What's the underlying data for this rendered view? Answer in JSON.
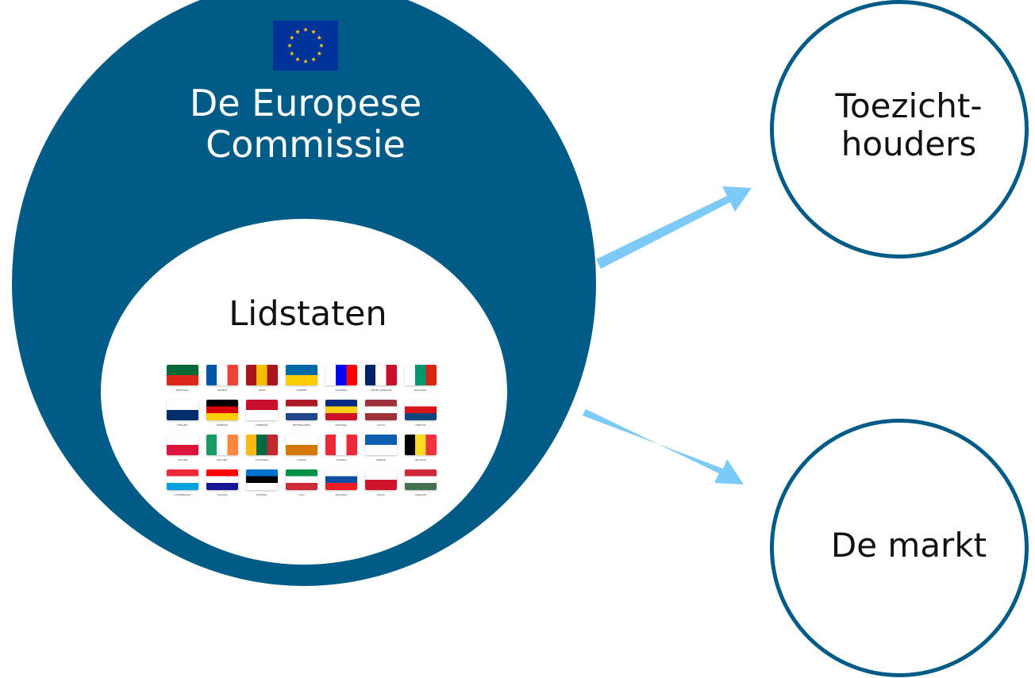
{
  "commission": {
    "line1": "De Europese",
    "line2": "Commissie"
  },
  "member_states": {
    "label": "Lidstaten",
    "flags": [
      {
        "country": "PORTUGAL",
        "colors": [
          "#046a38",
          "#da291c"
        ]
      },
      {
        "country": "FRANCE",
        "colors": [
          "#0055a4",
          "#ffffff",
          "#ef4135"
        ]
      },
      {
        "country": "SPAIN",
        "colors": [
          "#aa151b",
          "#f1bf00",
          "#aa151b"
        ]
      },
      {
        "country": "SWEDEN",
        "colors": [
          "#006aa7",
          "#fecc00"
        ]
      },
      {
        "country": "SLOVENIA",
        "colors": [
          "#ffffff",
          "#0000ff",
          "#ff0000"
        ]
      },
      {
        "country": "UNITED KINGDOM",
        "colors": [
          "#012169",
          "#ffffff",
          "#c8102e"
        ]
      },
      {
        "country": "BULGARIA",
        "colors": [
          "#ffffff",
          "#00966e",
          "#d62612"
        ]
      },
      {
        "country": "FINLAND",
        "colors": [
          "#ffffff",
          "#002f6c"
        ]
      },
      {
        "country": "GERMANY",
        "colors": [
          "#000000",
          "#dd0000",
          "#ffce00"
        ]
      },
      {
        "country": "DENMARK",
        "colors": [
          "#c8102e",
          "#ffffff"
        ]
      },
      {
        "country": "NETHERLANDS",
        "colors": [
          "#ae1c28",
          "#ffffff",
          "#21468b"
        ]
      },
      {
        "country": "ROMANIA",
        "colors": [
          "#002b7f",
          "#fcd116",
          "#ce1126"
        ]
      },
      {
        "country": "LATVIA",
        "colors": [
          "#9e3039",
          "#ffffff",
          "#9e3039"
        ]
      },
      {
        "country": "CZECHIA",
        "colors": [
          "#ffffff",
          "#d7141a",
          "#11457e"
        ]
      },
      {
        "country": "POLAND",
        "colors": [
          "#ffffff",
          "#dc143c"
        ]
      },
      {
        "country": "IRELAND",
        "colors": [
          "#169b62",
          "#ffffff",
          "#ff883e"
        ]
      },
      {
        "country": "LITHUANIA",
        "colors": [
          "#fdb913",
          "#006a44",
          "#c1272d"
        ]
      },
      {
        "country": "CYPRUS",
        "colors": [
          "#ffffff",
          "#d57800"
        ]
      },
      {
        "country": "AUSTRIA",
        "colors": [
          "#ed2939",
          "#ffffff",
          "#ed2939"
        ]
      },
      {
        "country": "GREECE",
        "colors": [
          "#0d5eaf",
          "#ffffff"
        ]
      },
      {
        "country": "BELGIUM",
        "colors": [
          "#000000",
          "#fdda24",
          "#ef3340"
        ]
      },
      {
        "country": "LUXEMBOURG",
        "colors": [
          "#ed2939",
          "#ffffff",
          "#00a1de"
        ]
      },
      {
        "country": "CROATIA",
        "colors": [
          "#ff0000",
          "#ffffff",
          "#171796"
        ]
      },
      {
        "country": "ESTONIA",
        "colors": [
          "#0072ce",
          "#000000",
          "#ffffff"
        ]
      },
      {
        "country": "ITALY",
        "colors": [
          "#009246",
          "#ffffff",
          "#ce2b37"
        ]
      },
      {
        "country": "SLOVAKIA",
        "colors": [
          "#ffffff",
          "#0b4ea2",
          "#ee1c25"
        ]
      },
      {
        "country": "MALTA",
        "colors": [
          "#ffffff",
          "#cf142b"
        ]
      },
      {
        "country": "HUNGARY",
        "colors": [
          "#ce2939",
          "#ffffff",
          "#477050"
        ]
      }
    ]
  },
  "targets": {
    "supervisors_line1": "Toezicht-",
    "supervisors_line2": "houders",
    "market": "De markt"
  },
  "colors": {
    "commission_blue": "#005b87",
    "arrow": "#7dc9f7",
    "eu_flag_blue": "#003399",
    "eu_star": "#ffcc00"
  }
}
